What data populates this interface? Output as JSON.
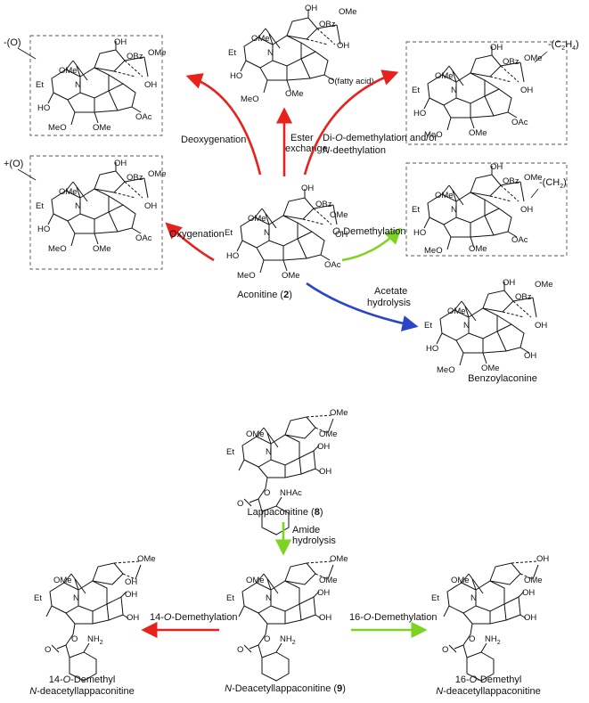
{
  "colors": {
    "red": "#e8211d",
    "green": "#7ed321",
    "blue": "#2a45c8",
    "ink": "#111111"
  },
  "top_section": {
    "center": {
      "name": "Aconitine",
      "number": "2",
      "groups": [
        "OH",
        "OMe",
        "OBz",
        "OH",
        "OMe",
        "Et",
        "N",
        "HO",
        "MeO",
        "OMe",
        "OAc"
      ]
    },
    "reactions": [
      {
        "label_lines": [
          "Ester",
          "exchange"
        ],
        "color": "red"
      },
      {
        "label_lines": [
          "Deoxygenation"
        ],
        "color": "red"
      },
      {
        "label_lines": [
          "Oxygenation"
        ],
        "color": "red"
      },
      {
        "label_lines": [
          "Di-O-demethylation and/or",
          "N-deethylation"
        ],
        "color": "red"
      },
      {
        "label_lines": [
          "O-Demethylation"
        ],
        "color": "green"
      },
      {
        "label_lines": [
          "Acetate",
          "hydrolysis"
        ],
        "color": "blue"
      }
    ],
    "products": [
      {
        "tag": "-(O)",
        "groups": [
          "OH",
          "OMe",
          "OBz",
          "OMe",
          "OH",
          "Et",
          "N",
          "HO",
          "MeO",
          "OMe",
          "OAc"
        ]
      },
      {
        "tag": "+(O)",
        "groups": [
          "OH",
          "OMe",
          "OBz",
          "OMe",
          "OH",
          "Et",
          "N",
          "HO",
          "MeO",
          "OMe",
          "OAc"
        ]
      },
      {
        "tag": "",
        "groups": [
          "OH",
          "OMe",
          "OBz",
          "OH",
          "OMe",
          "Et",
          "N",
          "HO",
          "MeO",
          "OMe",
          "O(fatty acid)"
        ]
      },
      {
        "tag": "-(C2H4)",
        "groups": [
          "OH",
          "OMe",
          "OBz",
          "OMe",
          "OH",
          "Et",
          "N",
          "HO",
          "MeO",
          "OMe",
          "OAc"
        ]
      },
      {
        "tag": "-(CH2)",
        "groups": [
          "OH",
          "OMe",
          "OBz",
          "OMe",
          "OH",
          "Et",
          "N",
          "HO",
          "MeO",
          "OMe",
          "OAc"
        ]
      },
      {
        "name": "Benzoylaconine",
        "groups": [
          "OH",
          "OMe",
          "OBz",
          "OH",
          "OMe",
          "Et",
          "N",
          "HO",
          "MeO",
          "OMe",
          "OH"
        ]
      }
    ]
  },
  "bottom_section": {
    "start": {
      "name": "Lappaconitine",
      "number": "8",
      "groups": [
        "OMe",
        "OMe",
        "OMe",
        "OH",
        "OH",
        "Et",
        "N",
        "O",
        "NHAc"
      ]
    },
    "step": {
      "label_lines": [
        "Amide",
        "hydrolysis"
      ],
      "color": "green"
    },
    "middle": {
      "name": "N-Deacetyllappaconitine",
      "number": "9",
      "groups": [
        "OMe",
        "OMe",
        "OMe",
        "OH",
        "OH",
        "Et",
        "N",
        "O",
        "NH2"
      ]
    },
    "left": {
      "reaction": "14-O-Demethylation",
      "color": "red",
      "name_lines": [
        "14-O-Demethyl",
        "N-deacetyllappaconitine"
      ],
      "groups": [
        "OMe",
        "OMe",
        "OH",
        "OH",
        "Et",
        "N",
        "O",
        "NH2"
      ]
    },
    "right": {
      "reaction": "16-O-Demethylation",
      "color": "green",
      "name_lines": [
        "16-O-Demethyl",
        "N-deacetyllappaconitine"
      ],
      "groups": [
        "OH",
        "OMe",
        "OMe",
        "OH",
        "OH",
        "Et",
        "N",
        "O",
        "NH2"
      ]
    }
  }
}
